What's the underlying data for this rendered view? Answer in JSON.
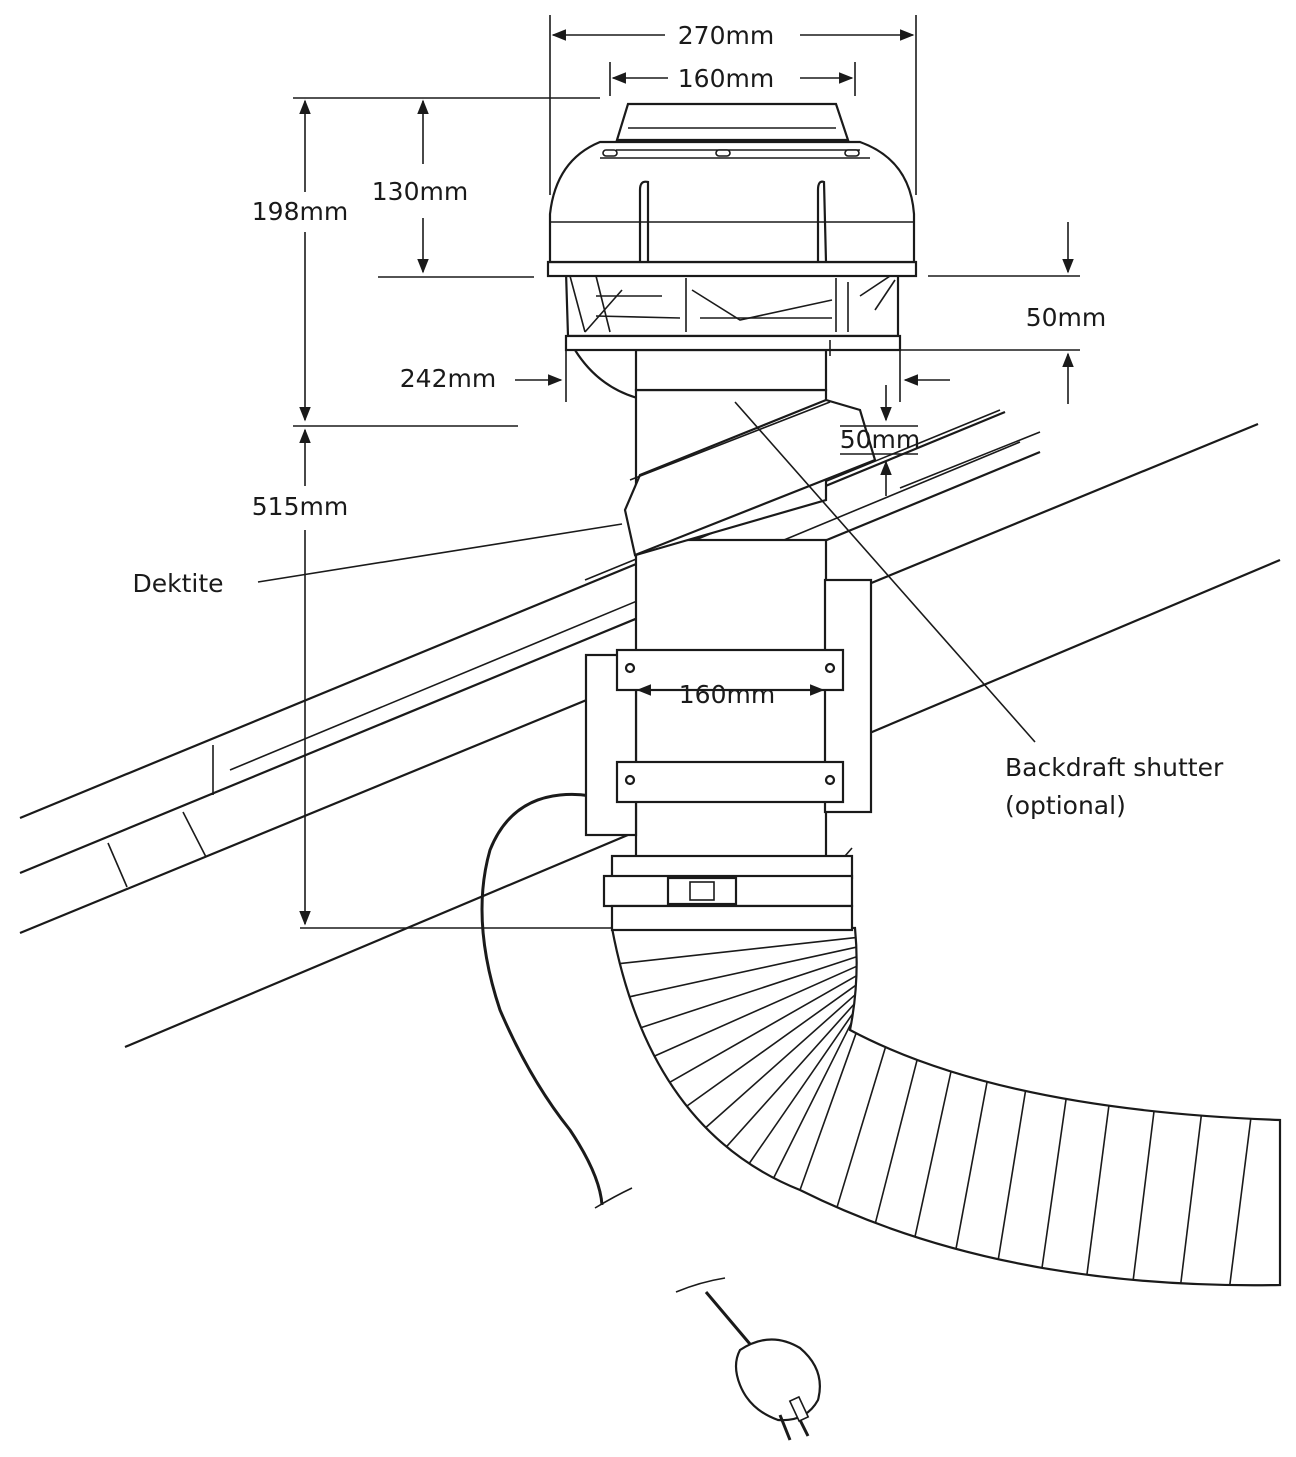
{
  "dimensions": {
    "width_overall": "270mm",
    "width_outlet": "160mm",
    "height_fan": "198mm",
    "height_cowl": "130mm",
    "gap_side": "50mm",
    "base_width": "242mm",
    "collar_height": "50mm",
    "duct_length": "515mm",
    "duct_diameter": "160mm"
  },
  "labels": {
    "dektite": "Dektite",
    "shutter_line1": "Backdraft shutter",
    "shutter_line2": "(optional)"
  },
  "colors": {
    "stroke": "#1a1a1a",
    "background": "#ffffff"
  }
}
